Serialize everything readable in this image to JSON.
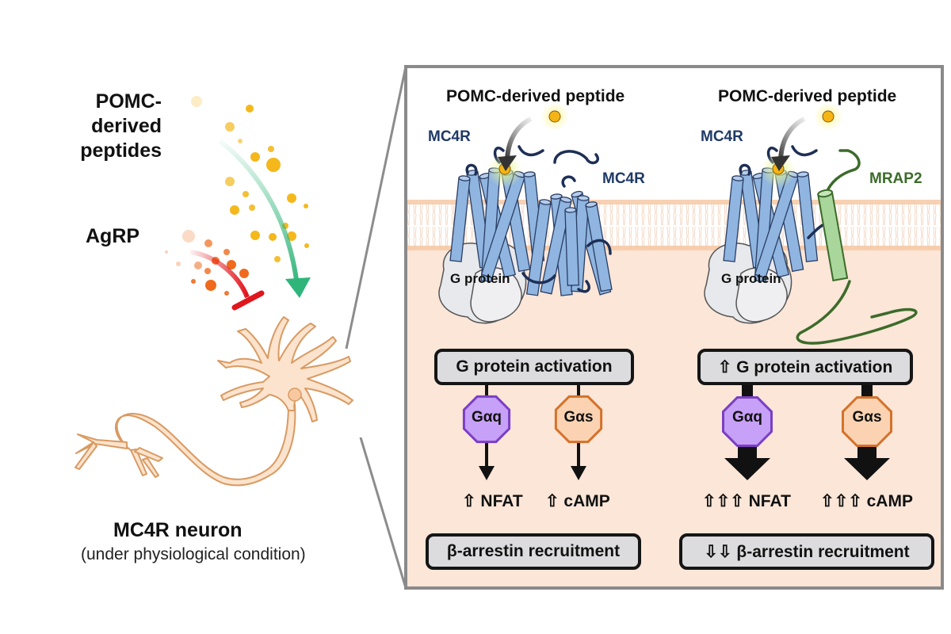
{
  "left": {
    "pomc_label_lines": [
      "POMC-",
      "derived",
      "peptides"
    ],
    "agrp_label": "AgRP",
    "neuron_title": "MC4R neuron",
    "neuron_subtitle": "(under physiological condition)",
    "colors": {
      "pomc_particles": "#f4b81c",
      "agrp_particles": "#ef6a1d",
      "activation_arrow": "#2fb57a",
      "inhibition_arrow": "#e0161d",
      "neuron_fill": "#fbe3cd",
      "neuron_stroke": "#d99a62"
    }
  },
  "panel": {
    "colors": {
      "border": "#8a8a8a",
      "cytoplasm": "#fbe6d8",
      "membrane": "#f6c9a6",
      "mc4r_helix": "#8fb5e0",
      "mc4r_loop": "#1e2f55",
      "mrap2": "#a9d69a",
      "mrap2_stroke": "#3c6b2a",
      "g_protein": "#e8e9ec",
      "gaq_fill": "#c7a0f7",
      "gaq_stroke": "#7b3fc4",
      "gas_fill": "#fcd3b2",
      "gas_stroke": "#d4722c",
      "box_fill": "#dcdcde"
    },
    "left_condition": {
      "peptide_label": "POMC-derived peptide",
      "receptor_label_1": "MC4R",
      "receptor_label_2": "MC4R",
      "g_protein_label": "G protein",
      "activation_box": "G protein activation",
      "gaq_label": "Gαq",
      "gas_label": "Gαs",
      "nfat_label": "⇧ NFAT",
      "camp_label": "⇧ cAMP",
      "arrestin_box": "β-arrestin recruitment"
    },
    "right_condition": {
      "peptide_label": "POMC-derived peptide",
      "receptor_label": "MC4R",
      "accessory_label": "MRAP2",
      "g_protein_label": "G protein",
      "activation_box": "⇧ G protein activation",
      "gaq_label": "Gαq",
      "gas_label": "Gαs",
      "nfat_label": "⇧⇧⇧ NFAT",
      "camp_label": "⇧⇧⇧ cAMP",
      "arrestin_box": "⇩⇩ β-arrestin recruitment"
    }
  }
}
